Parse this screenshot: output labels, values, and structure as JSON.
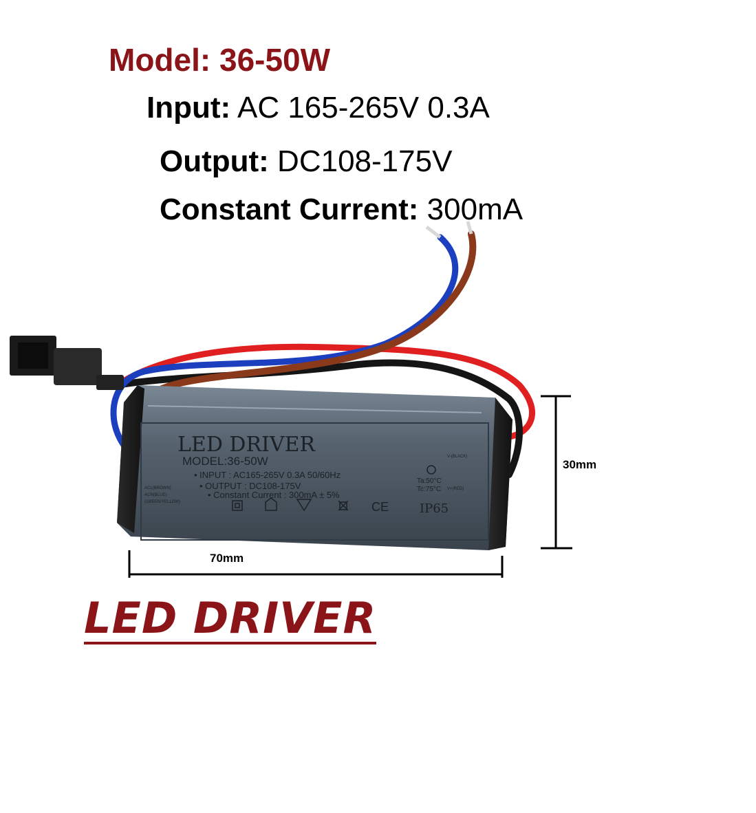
{
  "specs": {
    "model_label": "Model:",
    "model_value": "36-50W",
    "input_label": "Input:",
    "input_value": "AC 165-265V 0.3A",
    "output_label": "Output:",
    "output_value": "DC108-175V",
    "current_label": "Constant Current:",
    "current_value": "300mA"
  },
  "device_label": {
    "title": "LED DRIVER",
    "model": "MODEL:36-50W",
    "input": "• INPUT : AC165-265V 0.3A 50/60Hz",
    "output": "• OUTPUT : DC108-175V",
    "current": "• Constant Current : 300mA ± 5%",
    "rating": "IP65",
    "ta": "Ta:50°C",
    "tc": "Tc:75°C",
    "wire_brown": "ACL(BROWN)",
    "wire_blue": "ACN(BLUE)",
    "wire_green": "(GREEN/YELLOW)",
    "out_black": "V-(BLACK)",
    "out_red": "V+(RED)"
  },
  "dimensions": {
    "width": "70mm",
    "height": "30mm"
  },
  "caption": "LED DRIVER",
  "colors": {
    "accent": "#8b1419",
    "case": "#4f5d6a",
    "wire_red": "#e02020",
    "wire_blue": "#1c3fbf",
    "wire_brown": "#8a3a1a",
    "wire_black": "#151515"
  }
}
